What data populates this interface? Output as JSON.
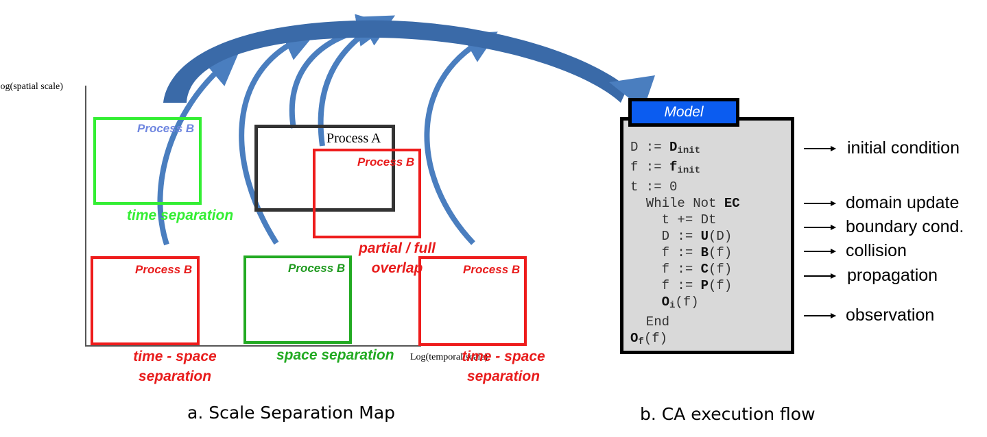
{
  "scale_map": {
    "y_axis_label": "Log(spatial scale)",
    "x_axis_label": "Log(temporal scale)",
    "process_a": "Process A",
    "process_b": "Process B",
    "sep_time": "time separation",
    "sep_partial_line1": "partial / full",
    "sep_partial_line2": "overlap",
    "sep_time_space_line1": "time - space",
    "sep_time_space_line2": "separation",
    "sep_space": "space separation"
  },
  "model": {
    "tab_label": "Model",
    "code_lines": [
      {
        "pre": "D := ",
        "bold": "D",
        "sub": "init",
        "post": ""
      },
      {
        "pre": "f := ",
        "bold": "f",
        "sub": "init",
        "post": ""
      },
      {
        "pre": "t := 0",
        "bold": "",
        "sub": "",
        "post": ""
      },
      {
        "pre": "  While Not ",
        "bold": "EC",
        "sub": "",
        "post": ""
      },
      {
        "pre": "    t += Dt",
        "bold": "",
        "sub": "",
        "post": ""
      },
      {
        "pre": "    D := ",
        "bold": "U",
        "sub": "",
        "post": "(D)"
      },
      {
        "pre": "    f := ",
        "bold": "B",
        "sub": "",
        "post": "(f)"
      },
      {
        "pre": "    f := ",
        "bold": "C",
        "sub": "",
        "post": "(f)"
      },
      {
        "pre": "    f := ",
        "bold": "P",
        "sub": "",
        "post": "(f)"
      },
      {
        "pre": "    ",
        "bold": "O",
        "sub": "i",
        "post": "(f)"
      },
      {
        "pre": "  End",
        "bold": "",
        "sub": "",
        "post": ""
      },
      {
        "pre": "",
        "bold": "O",
        "sub": "f",
        "post": "(f)"
      }
    ],
    "flow_labels": {
      "initial": "initial condition",
      "domain": "domain update",
      "boundary": "boundary cond.",
      "collision": "collision",
      "propagation": "propagation",
      "observation": "observation"
    }
  },
  "captions": {
    "left": "a. Scale Separation Map",
    "right": "b. CA execution flow"
  },
  "colors": {
    "arrow_blue": "#4a7ebf",
    "big_arrow_dark": "#2f5a94",
    "model_tab": "#0b5cf0",
    "panel_gray": "#d9d9d9"
  }
}
